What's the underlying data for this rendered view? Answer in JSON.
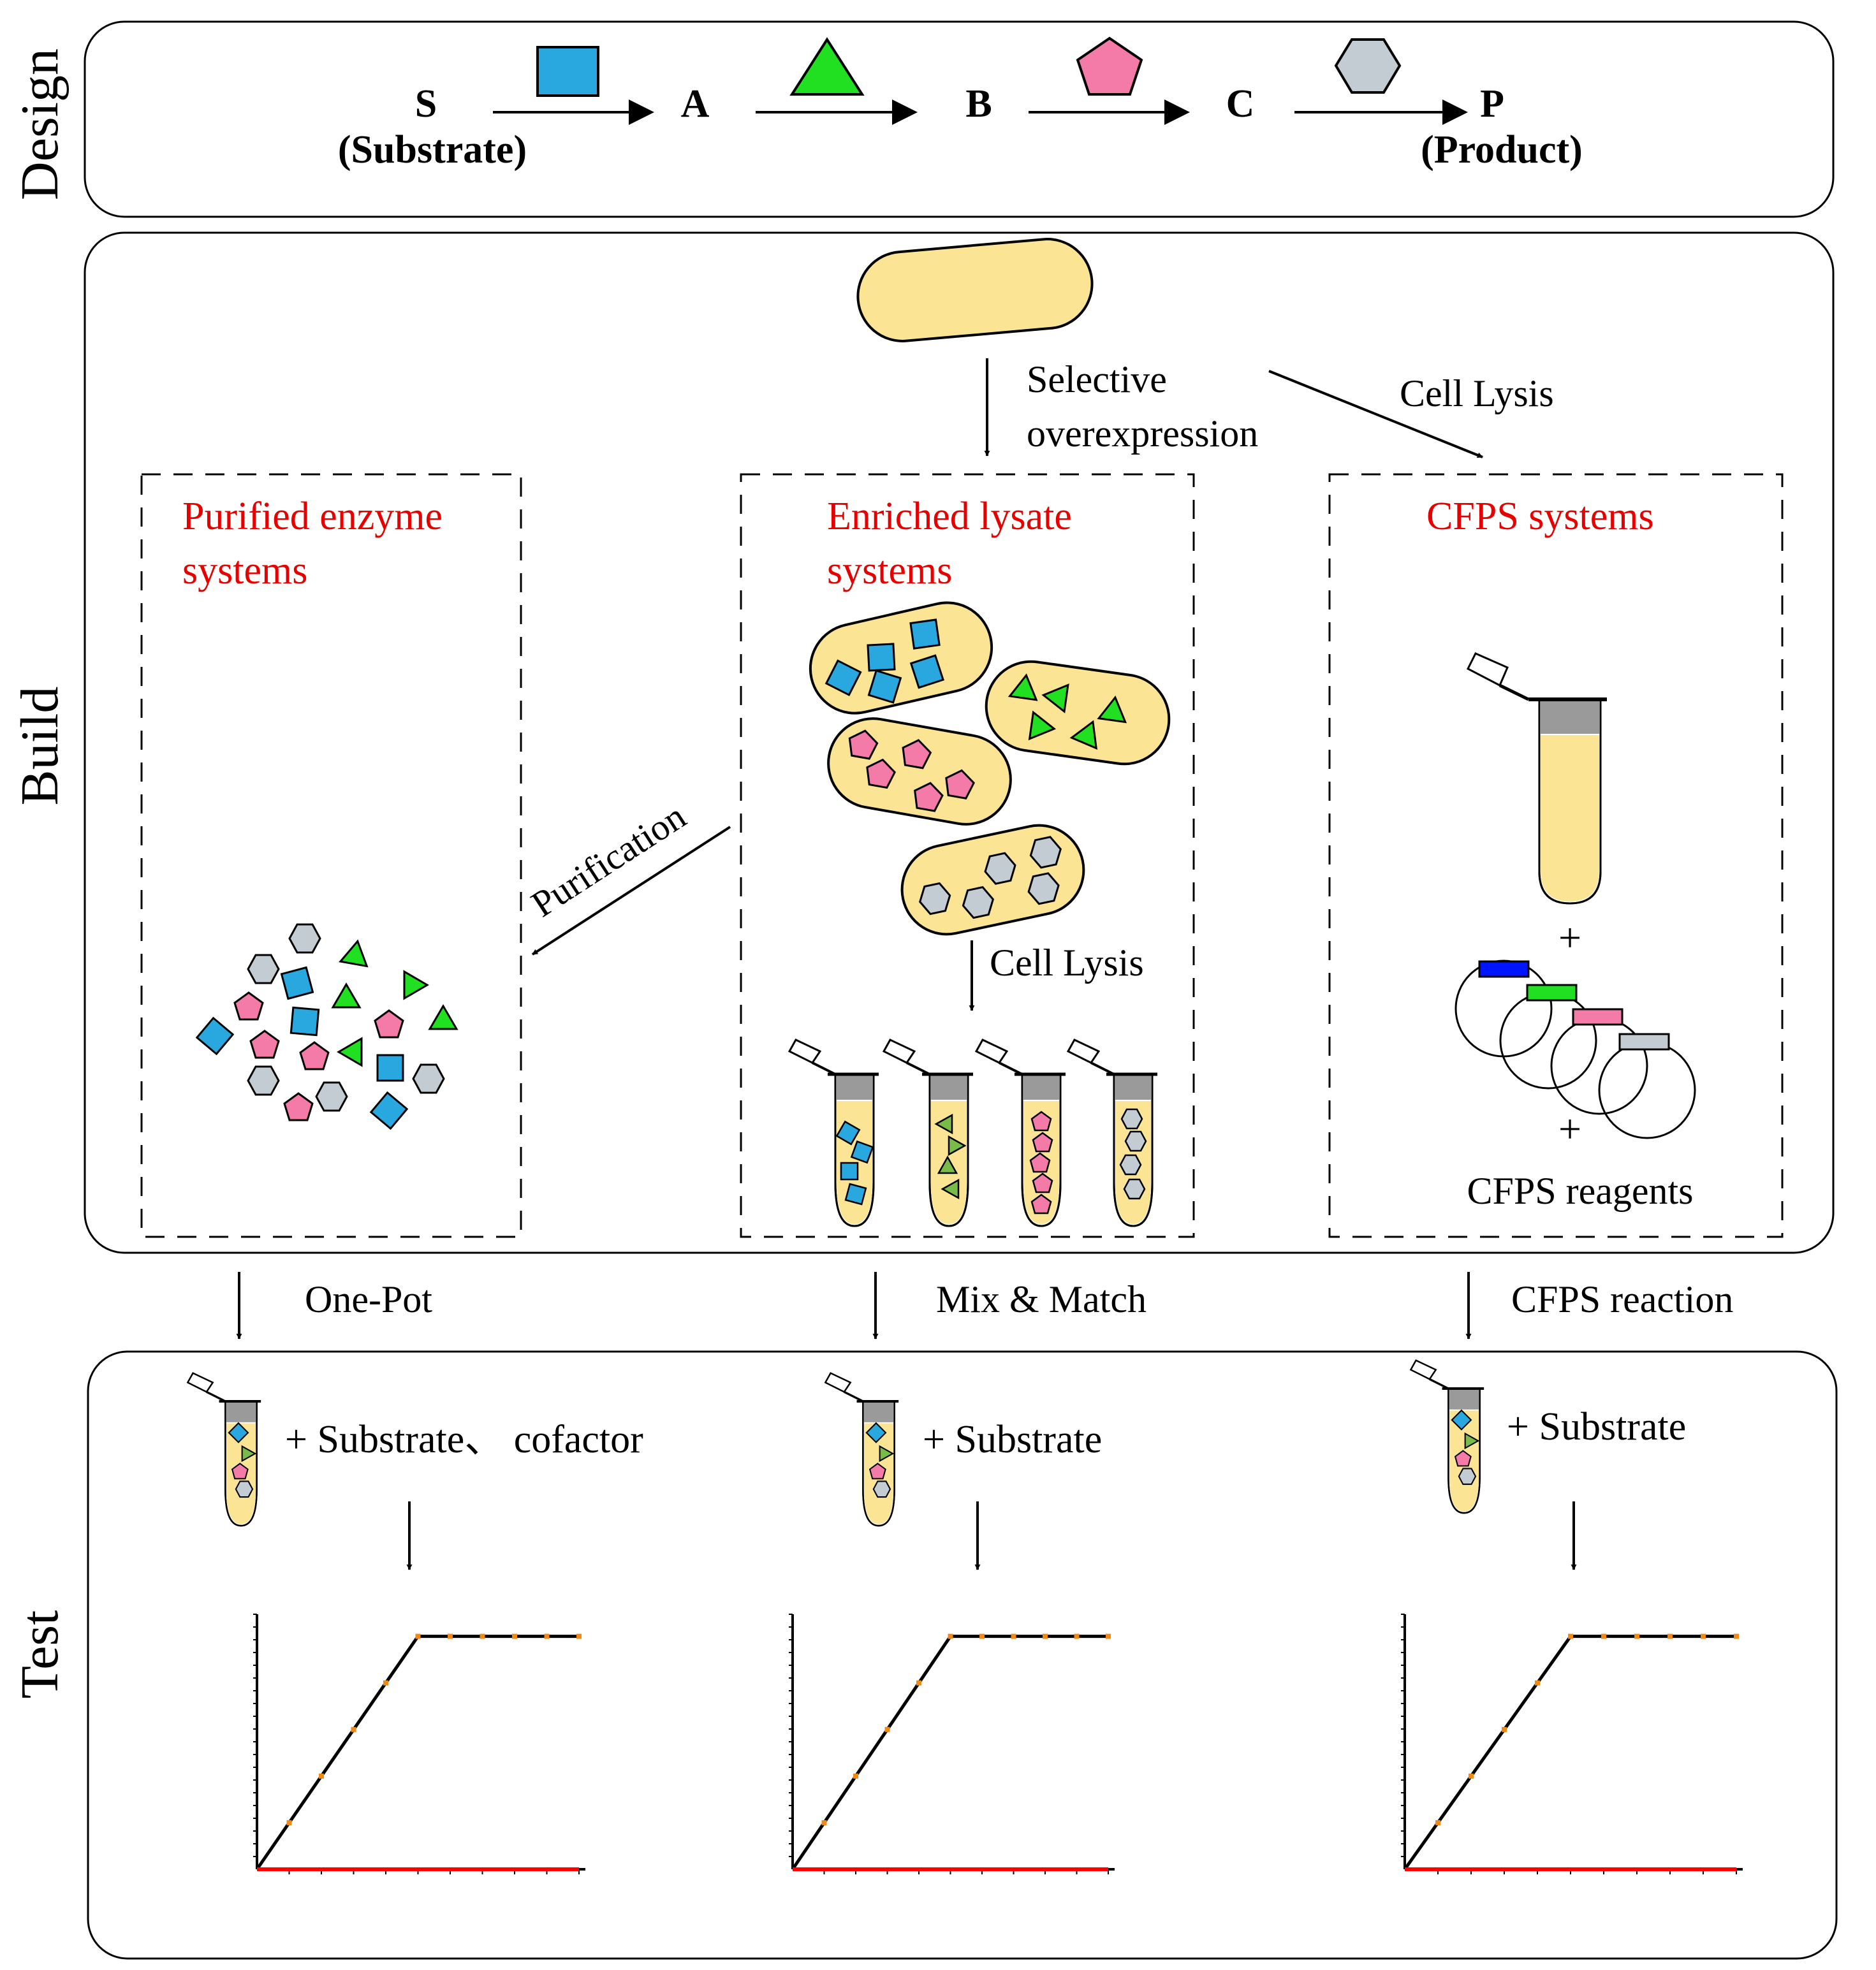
{
  "colors": {
    "blue": "#29a8e0",
    "green": "#21e021",
    "pink": "#f47aa8",
    "grey": "#c3ccd3",
    "cell": "#fbe595",
    "dark_green": "#78bb48",
    "red_text": "#e60000",
    "plasmid_blue": "#0015ff",
    "orange": "#f08a16",
    "red_line": "#ff0000"
  },
  "sections": {
    "design": "Design",
    "build": "Build",
    "test": "Test"
  },
  "design": {
    "s": "S",
    "s_sub": "(Substrate)",
    "a": "A",
    "b": "B",
    "c": "C",
    "p": "P",
    "p_sub": "(Product)",
    "enzymes": [
      "square-icon",
      "triangle-icon",
      "pentagon-icon",
      "hexagon-icon"
    ]
  },
  "build": {
    "selective_1": "Selective",
    "selective_2": "overexpression",
    "cell_lysis_top": "Cell Lysis",
    "purified_1": "Purified enzyme",
    "purified_2": "systems",
    "enriched_1": "Enriched lysate",
    "enriched_2": "systems",
    "cfps_title": "CFPS systems",
    "purification": "Purification",
    "cell_lysis_mid": "Cell Lysis",
    "plus_1": "+",
    "plus_2": "+",
    "cfps_reagents": "CFPS reagents"
  },
  "transitions": {
    "one_pot": "One-Pot",
    "mix_match": "Mix & Match",
    "cfps_reaction": "CFPS reaction"
  },
  "test": {
    "left_add": "+ Substrate、 cofactor",
    "mid_add": "+ Substrate",
    "right_add": "+ Substrate"
  },
  "chart_data": [
    {
      "type": "line",
      "series": [
        {
          "x": [
            1,
            2,
            3,
            4,
            5,
            6,
            7,
            8,
            9,
            10
          ],
          "values": [
            1,
            2,
            3,
            4,
            5,
            5,
            5,
            5,
            5,
            5
          ]
        },
        {
          "x": [
            1,
            2,
            3,
            4,
            5,
            6,
            7,
            8,
            9,
            10
          ],
          "values": [
            0,
            0,
            0,
            0,
            0,
            0,
            0,
            0,
            0,
            0
          ]
        }
      ],
      "xlim": [
        0,
        10
      ],
      "ylim": [
        0,
        5.2
      ],
      "grid": false
    },
    {
      "type": "line",
      "series": [
        {
          "x": [
            1,
            2,
            3,
            4,
            5,
            6,
            7,
            8,
            9,
            10
          ],
          "values": [
            1,
            2,
            3,
            4,
            5,
            5,
            5,
            5,
            5,
            5
          ]
        },
        {
          "x": [
            1,
            2,
            3,
            4,
            5,
            6,
            7,
            8,
            9,
            10
          ],
          "values": [
            0,
            0,
            0,
            0,
            0,
            0,
            0,
            0,
            0,
            0
          ]
        }
      ],
      "xlim": [
        0,
        10
      ],
      "ylim": [
        0,
        5.2
      ],
      "grid": false
    },
    {
      "type": "line",
      "series": [
        {
          "x": [
            1,
            2,
            3,
            4,
            5,
            6,
            7,
            8,
            9,
            10
          ],
          "values": [
            1,
            2,
            3,
            4,
            5,
            5,
            5,
            5,
            5,
            5
          ]
        },
        {
          "x": [
            1,
            2,
            3,
            4,
            5,
            6,
            7,
            8,
            9,
            10
          ],
          "values": [
            0,
            0,
            0,
            0,
            0,
            0,
            0,
            0,
            0,
            0
          ]
        }
      ],
      "xlim": [
        0,
        10
      ],
      "ylim": [
        0,
        5.2
      ],
      "grid": false
    }
  ]
}
